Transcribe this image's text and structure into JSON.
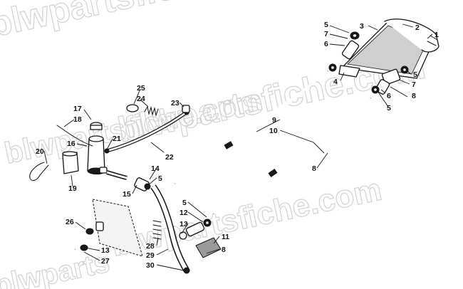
{
  "watermarks": [
    "blwpartsfiche.com",
    "blwpartsfiche.com",
    "blwpartsfiche.com",
    "blwpartsfiche.com",
    "blwparts"
  ],
  "labels": {
    "l1": "1",
    "l2": "2",
    "l3": "3",
    "l4": "4",
    "l5a": "5",
    "l5b": "5",
    "l5c": "5",
    "l5d": "5",
    "l5e": "5",
    "l6a": "6",
    "l6b": "6",
    "l7a": "7",
    "l7b": "7",
    "l8a": "8",
    "l8b": "8",
    "l8c": "8",
    "l9": "9",
    "l10": "10",
    "l11": "11",
    "l12": "12",
    "l13a": "13",
    "l13b": "13",
    "l14": "14",
    "l15": "15",
    "l16": "16",
    "l17": "17",
    "l18": "18",
    "l19": "19",
    "l20": "20",
    "l21": "21",
    "l22": "22",
    "l23": "23",
    "l24": "24",
    "l25": "25",
    "l26": "26",
    "l27": "27",
    "l28": "28",
    "l29": "29",
    "l30": "30"
  }
}
